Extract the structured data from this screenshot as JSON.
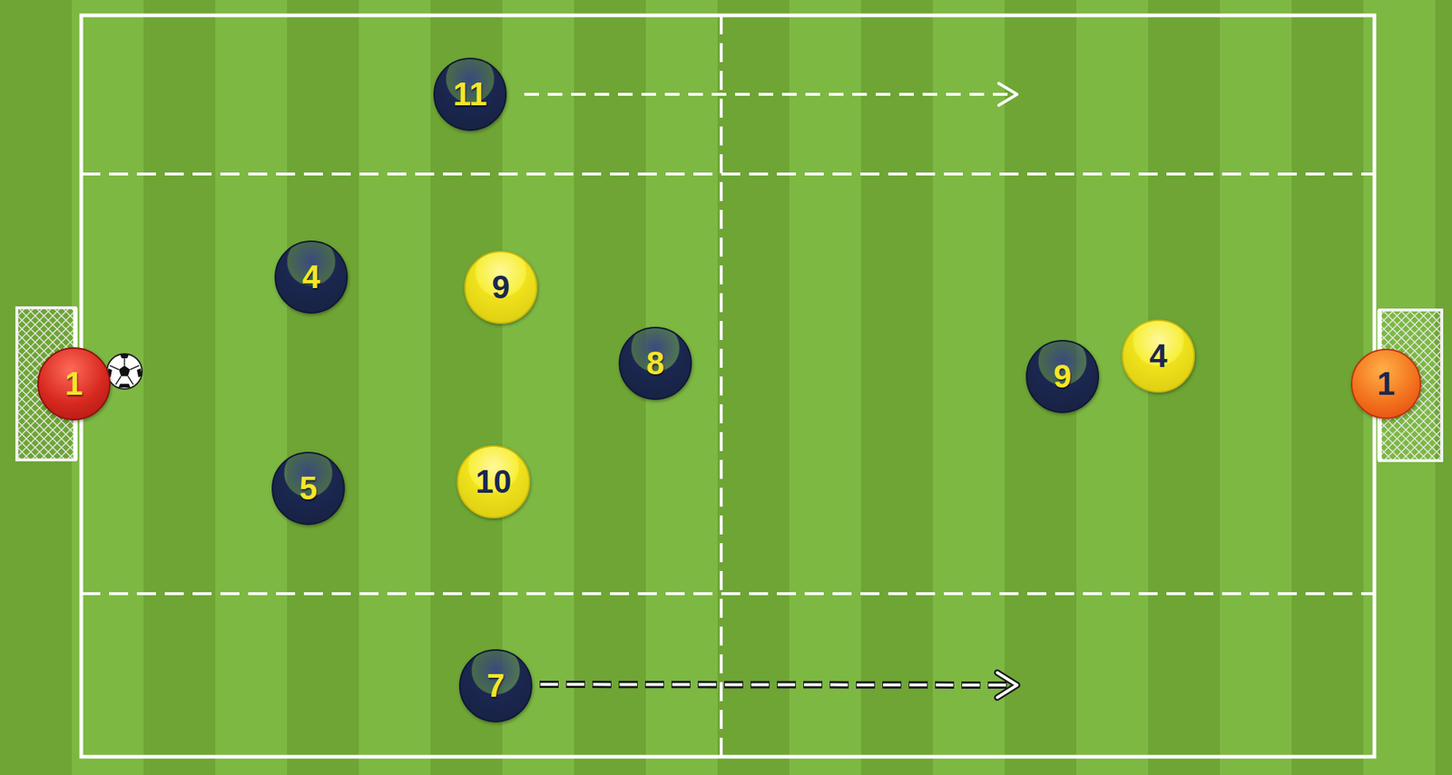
{
  "diagram": {
    "nodes": [
      {
        "text": [
          "11"
        ]
      },
      {
        "text": [
          "4"
        ]
      },
      {
        "text": [
          "9"
        ]
      },
      {
        "text": [
          "1"
        ]
      },
      {
        "text": [
          "8"
        ]
      },
      {
        "text": [
          "9"
        ]
      },
      {
        "text": [
          "4"
        ]
      },
      {
        "text": [
          "1"
        ]
      },
      {
        "text": [
          "5"
        ]
      },
      {
        "text": [
          "10"
        ]
      },
      {
        "text": [
          "7"
        ]
      }
    ]
  }
}
